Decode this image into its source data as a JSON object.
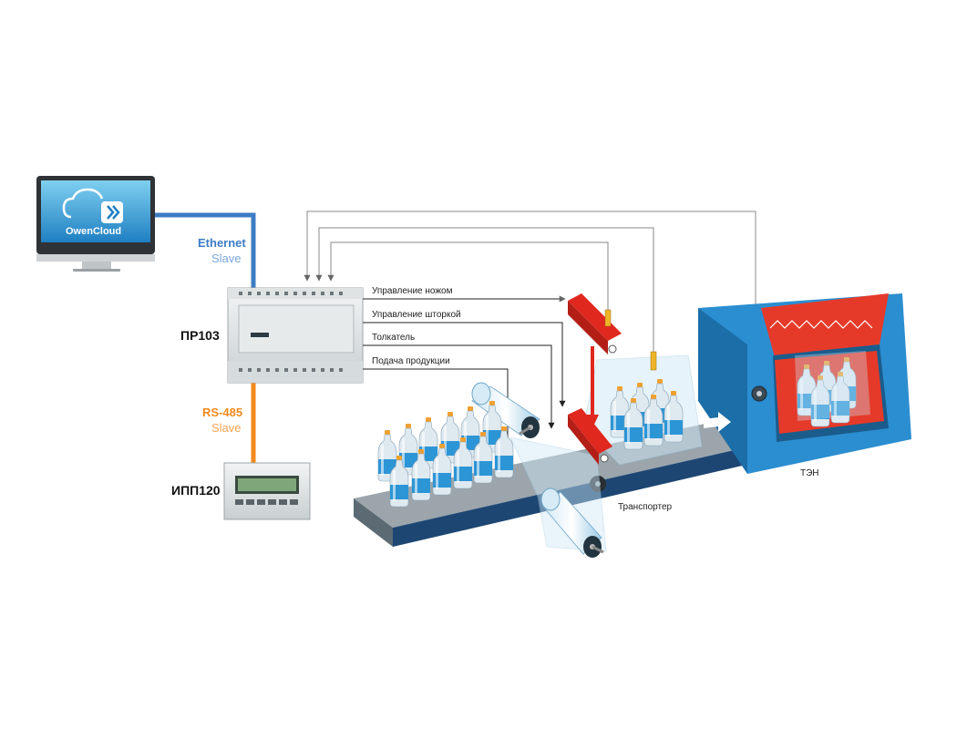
{
  "colors": {
    "ethernet": "#3d7cc4",
    "rs485": "#f28a1e",
    "belt": "#1d4673",
    "tunnel": "#2b8ed0",
    "heater": "#e53a2a",
    "knife": "#e0281f",
    "bottle_label": "#2c95d6",
    "cap": "#f0a030",
    "wire": "#888888"
  },
  "monitor": {
    "logo_text": "OwenCloud",
    "icon": "cloud-arrow-icon"
  },
  "network": {
    "ethernet_label": "Ethernet",
    "ethernet_role": "Slave",
    "rs485_label": "RS-485",
    "rs485_role": "Slave"
  },
  "devices": {
    "controller_label": "ПР103",
    "panel_label": "ИПП120"
  },
  "signals": {
    "knife": "Управление ножом",
    "curtain": "Управление шторкой",
    "pusher": "Толкатель",
    "feed": "Подача продукции"
  },
  "machine": {
    "conveyor_label": "Транспортер",
    "heater_label": "ТЭН"
  }
}
